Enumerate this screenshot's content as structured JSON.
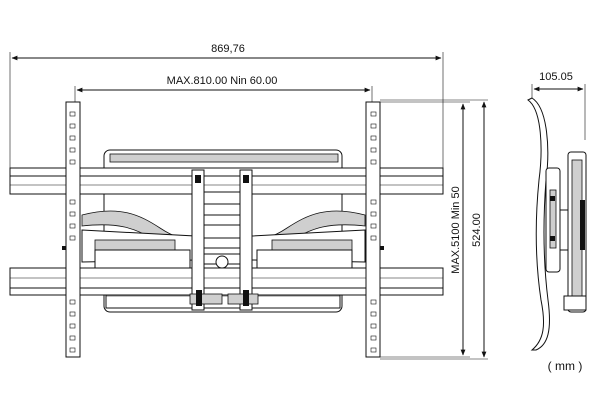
{
  "dimensions": {
    "overall_width": "869,76",
    "vesa_horizontal": "MAX.810.00 Nin 60.00",
    "vesa_vertical": "MAX.5100 Min 50",
    "height": "524.00",
    "depth": "105.05"
  },
  "units": "( mm )",
  "colors": {
    "line": "#111111",
    "fill_grey": "#cfcfcf",
    "background": "#ffffff"
  }
}
